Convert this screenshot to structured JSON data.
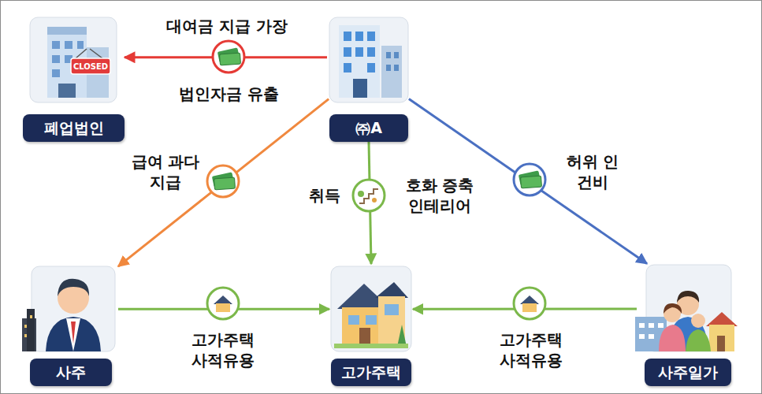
{
  "diagram": {
    "nodes": [
      {
        "text": [
          "폐업법인"
        ]
      },
      {
        "text": [
          "㈜A"
        ]
      },
      {
        "text": [
          "사주"
        ]
      },
      {
        "text": [
          "고가주택"
        ]
      },
      {
        "text": [
          "사주일가"
        ]
      }
    ],
    "edges": [
      {
        "from": 1,
        "to": 0,
        "arrow": "to",
        "label": "대여금 지급 가장"
      },
      {
        "from": 1,
        "to": 2,
        "arrow": "to",
        "label": "급여 과다지급"
      },
      {
        "from": 1,
        "to": 3,
        "arrow": "to",
        "label": "호화 증축 인테리어"
      },
      {
        "from": 1,
        "to": 4,
        "arrow": "to",
        "label": "허위 인건비"
      },
      {
        "from": 2,
        "to": 3,
        "arrow": "to",
        "label": "고가주택 사적유용"
      },
      {
        "from": 4,
        "to": 3,
        "arrow": "to",
        "label": "고가주택 사적유용"
      }
    ],
    "labels": [
      "법인자금 유출",
      "취득"
    ]
  }
}
